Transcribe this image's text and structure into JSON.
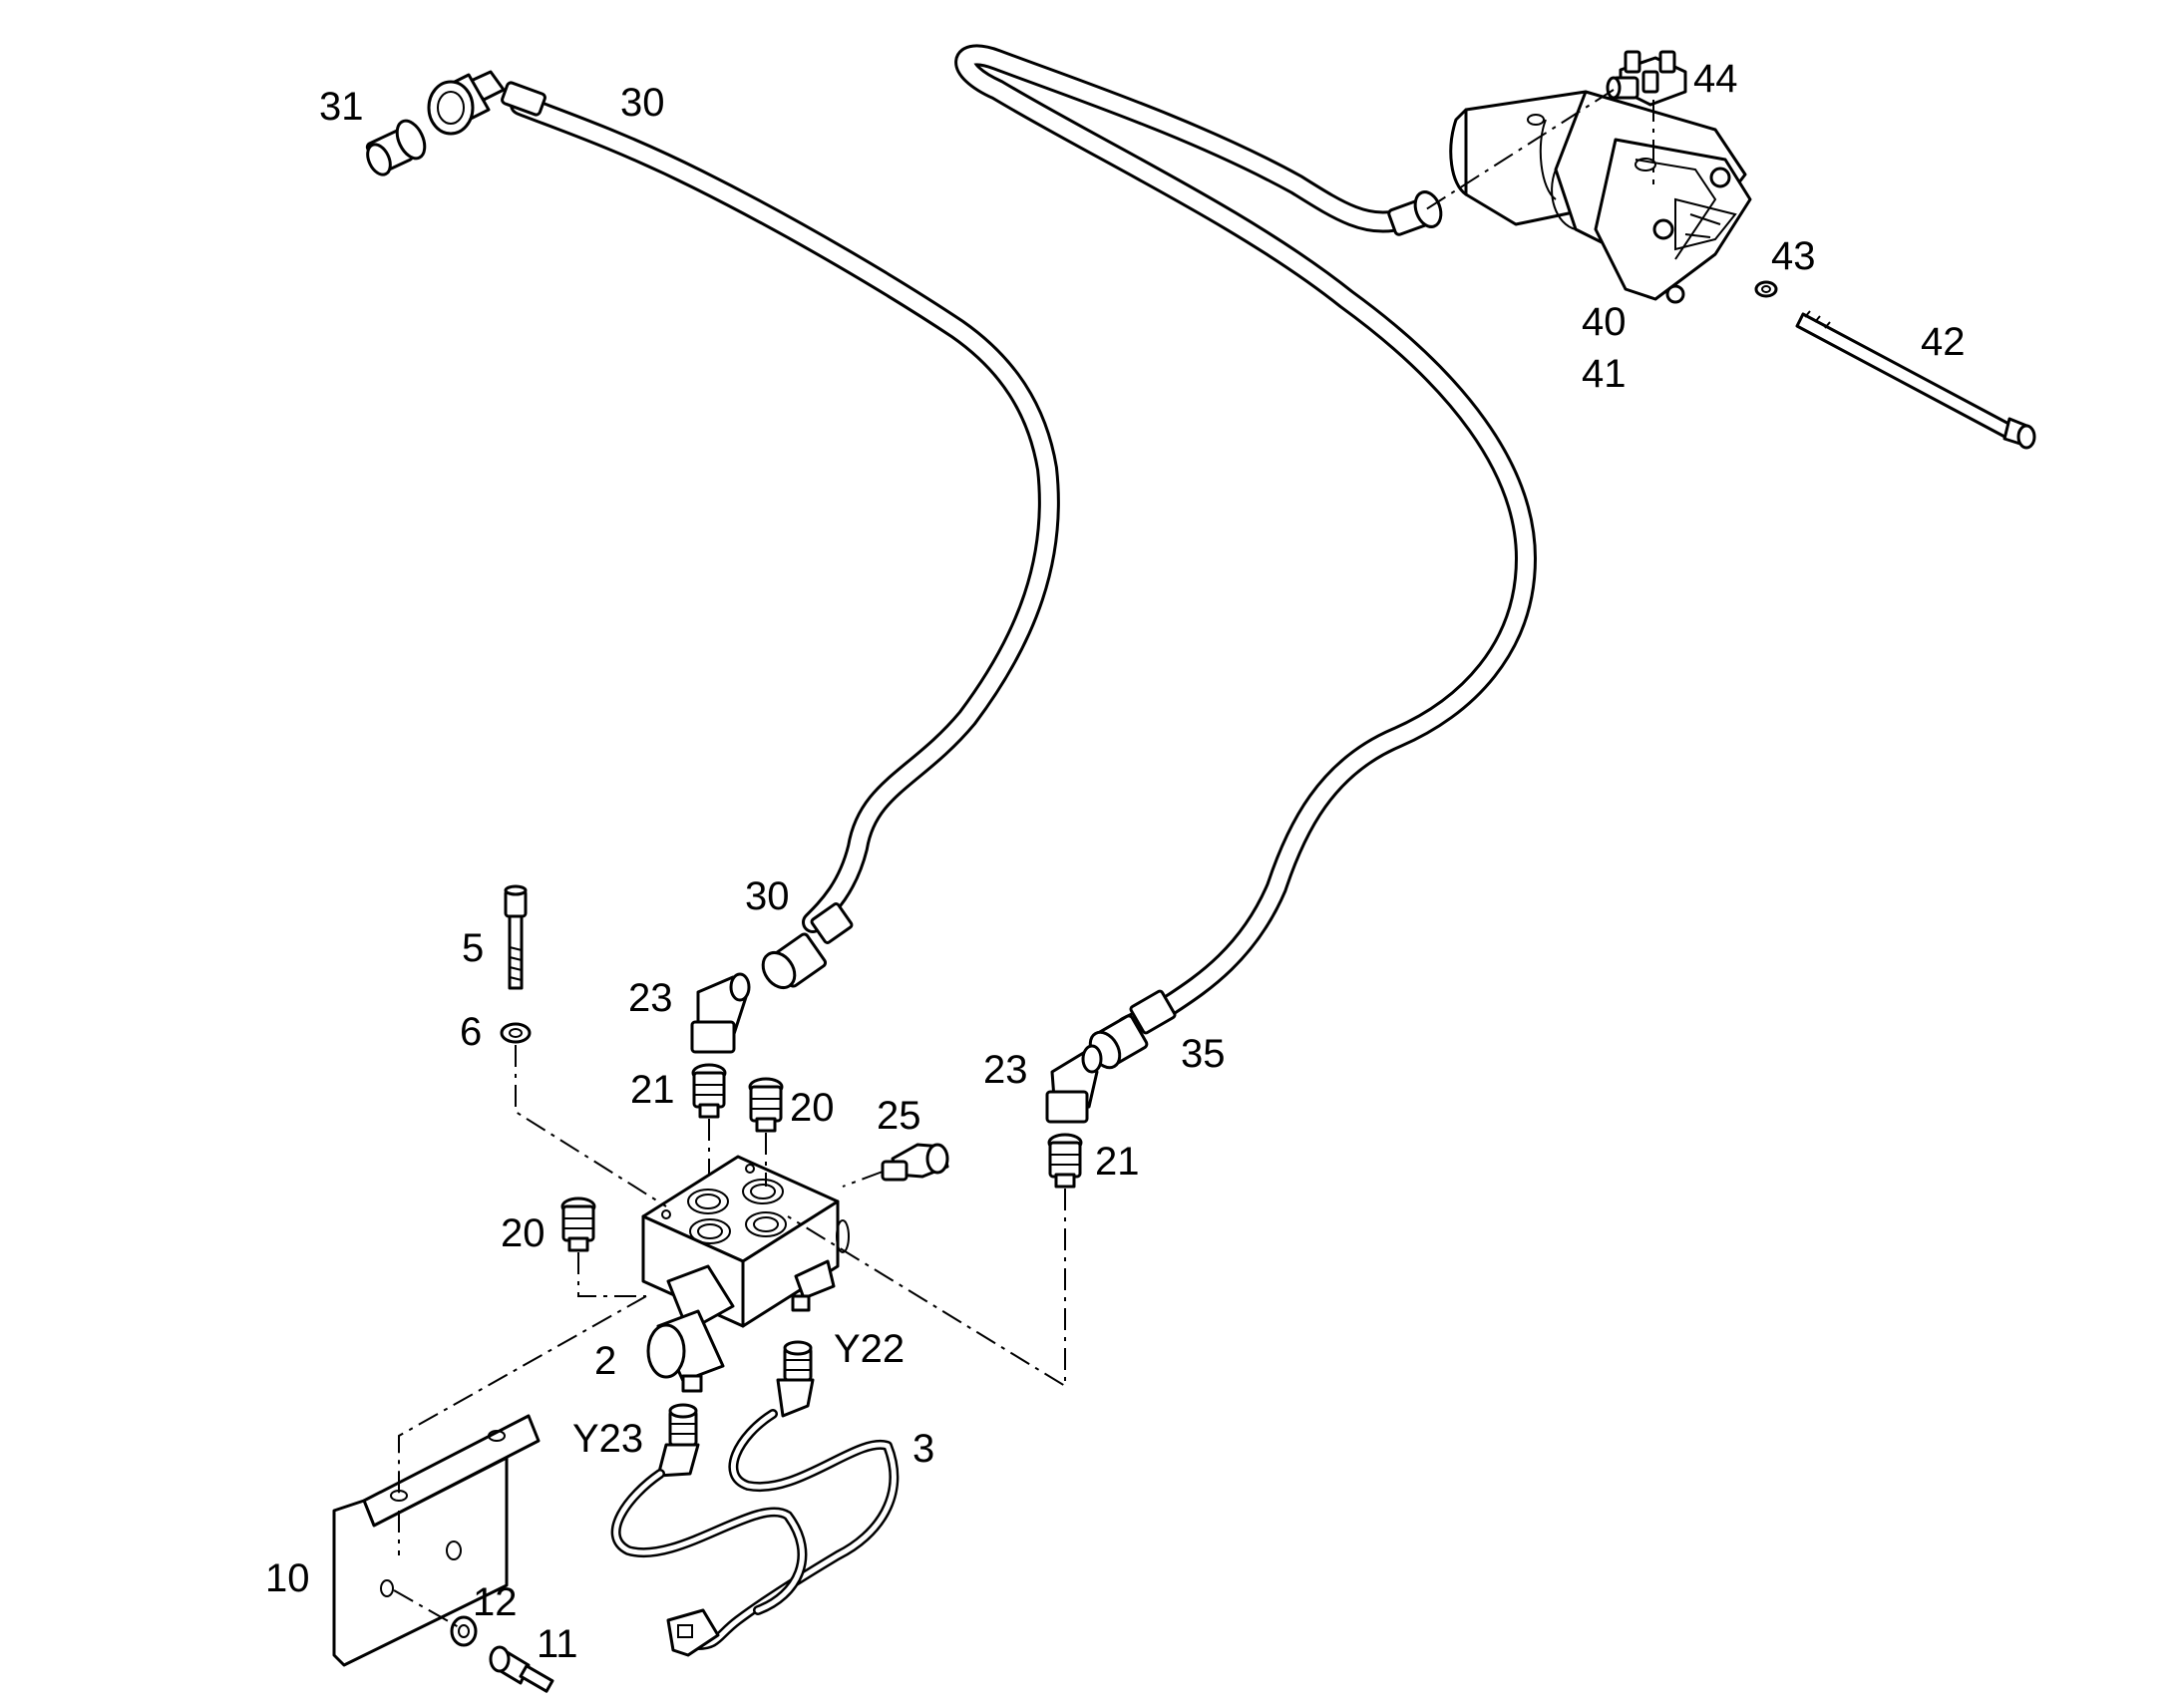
{
  "callouts": {
    "c31": "31",
    "c30_top": "30",
    "c44": "44",
    "c43": "43",
    "c40": "40",
    "c41": "41",
    "c42": "42",
    "c5": "5",
    "c6": "6",
    "c30_mid": "30",
    "c23_left": "23",
    "c21_left": "21",
    "c20_top": "20",
    "c25": "25",
    "c23_right": "23",
    "c35": "35",
    "c21_right": "21",
    "c20_left": "20",
    "c2": "2",
    "cY22": "Y22",
    "cY23": "Y23",
    "c3": "3",
    "c10": "10",
    "c12": "12",
    "c11": "11"
  },
  "parts": [
    {
      "id": "hose-30",
      "callout": "30"
    },
    {
      "id": "fitting-31",
      "callout": "31"
    },
    {
      "id": "hose-35",
      "callout": "35"
    },
    {
      "id": "pump",
      "callout": [
        "40",
        "41"
      ]
    },
    {
      "id": "bolt-42",
      "callout": "42"
    },
    {
      "id": "washer-43",
      "callout": "43"
    },
    {
      "id": "fitting-44",
      "callout": "44"
    },
    {
      "id": "screw-5",
      "callout": "5"
    },
    {
      "id": "washer-6",
      "callout": "6"
    },
    {
      "id": "elbow-23",
      "callout": "23"
    },
    {
      "id": "fitting-21",
      "callout": "21"
    },
    {
      "id": "fitting-20",
      "callout": "20"
    },
    {
      "id": "fitting-25",
      "callout": "25"
    },
    {
      "id": "valve-block-2",
      "callout": "2"
    },
    {
      "id": "coil-Y22",
      "callout": "Y22"
    },
    {
      "id": "coil-Y23",
      "callout": "Y23"
    },
    {
      "id": "cable-3",
      "callout": "3"
    },
    {
      "id": "bracket-10",
      "callout": "10"
    },
    {
      "id": "washer-12",
      "callout": "12"
    },
    {
      "id": "screw-11",
      "callout": "11"
    }
  ]
}
